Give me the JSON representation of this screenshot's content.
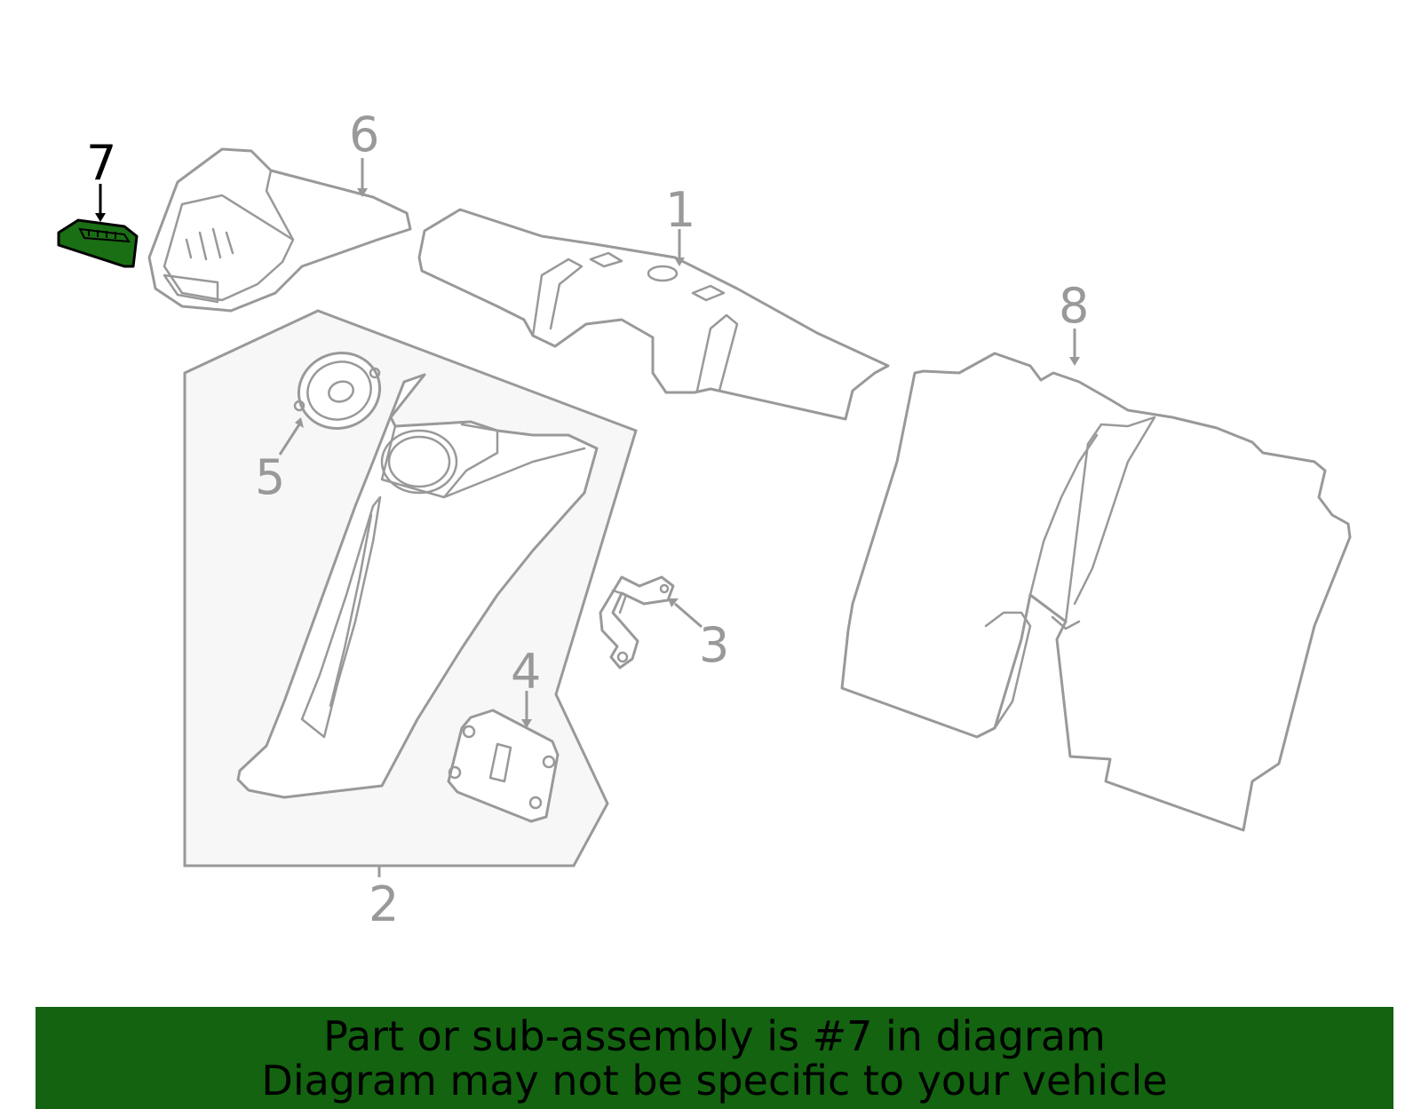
{
  "diagram": {
    "callouts": [
      {
        "id": "1",
        "label": "1",
        "highlighted": false
      },
      {
        "id": "2",
        "label": "2",
        "highlighted": false
      },
      {
        "id": "3",
        "label": "3",
        "highlighted": false
      },
      {
        "id": "4",
        "label": "4",
        "highlighted": false
      },
      {
        "id": "5",
        "label": "5",
        "highlighted": false
      },
      {
        "id": "6",
        "label": "6",
        "highlighted": false
      },
      {
        "id": "7",
        "label": "7",
        "highlighted": true
      },
      {
        "id": "8",
        "label": "8",
        "highlighted": false
      }
    ],
    "colors": {
      "part_stroke": "#999999",
      "highlight_fill": "#1a6e14",
      "highlight_stroke": "#000000",
      "group_fill": "#f7f7f7"
    }
  },
  "banner": {
    "line1": "Part or sub-assembly is #7 in diagram",
    "line2": "Diagram may not be specific to your vehicle",
    "background": "#136310"
  }
}
